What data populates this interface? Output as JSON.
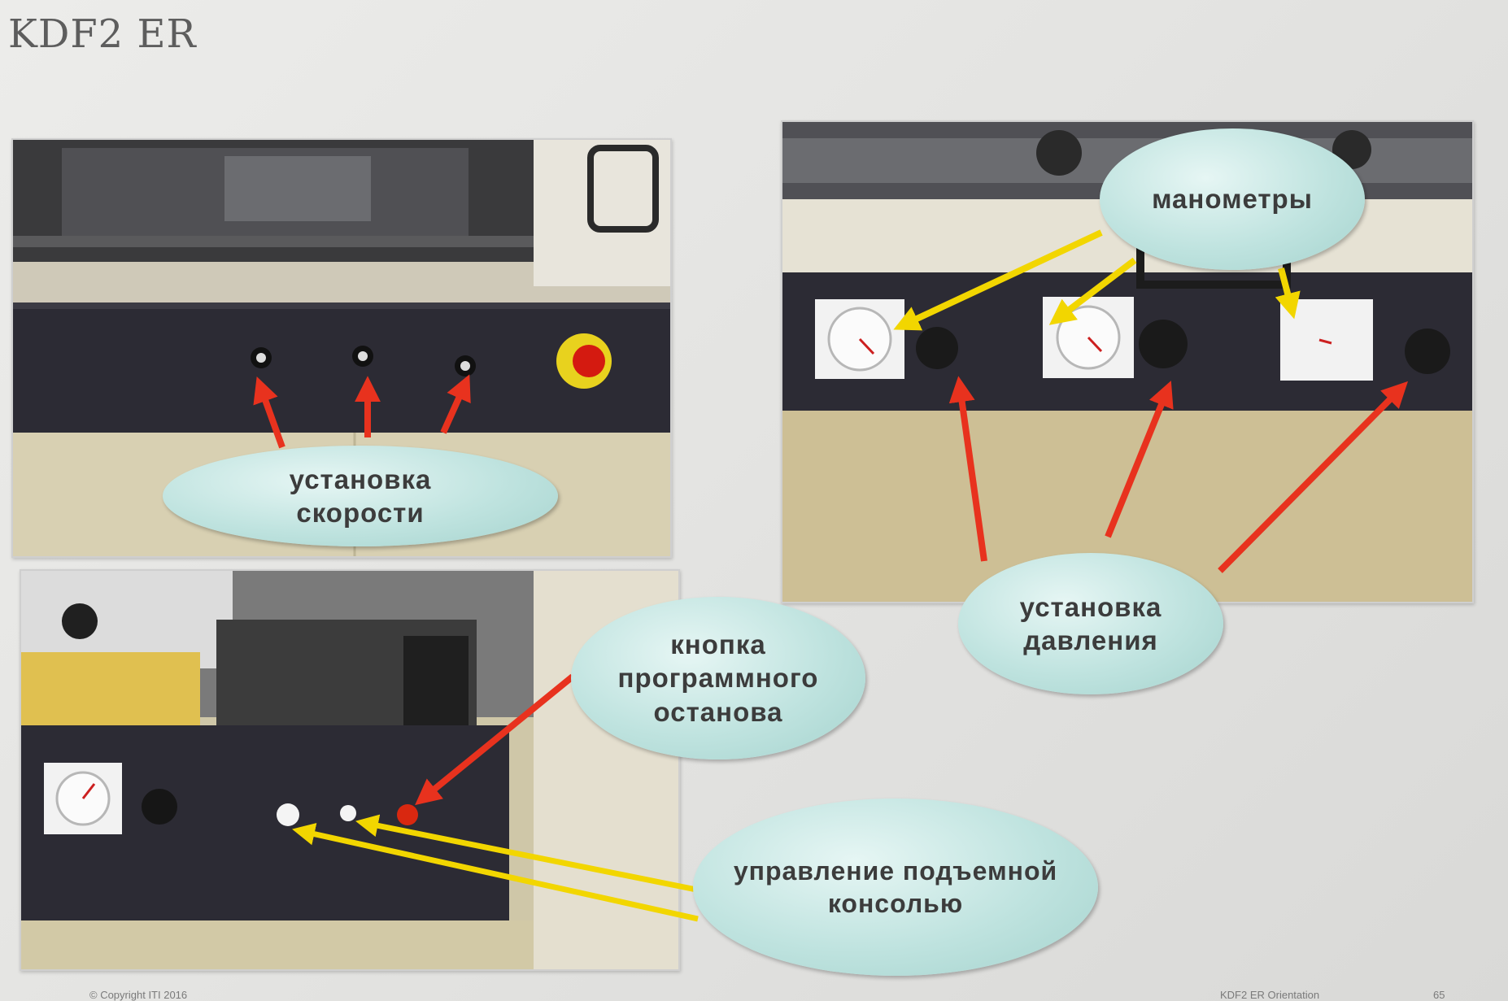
{
  "slide": {
    "title": "KDF2 ER"
  },
  "callouts": {
    "speed": "установка\nскорости",
    "gauges": "манометры",
    "pressure": "установка\nдавления",
    "stop": "кнопка\nпрограммного\nостанова",
    "lift": "управление подъемной\nконсолью"
  },
  "footer": {
    "left": "© Copyright ITI 2016",
    "right": "KDF2 ER Orientation",
    "page": "65"
  },
  "colors": {
    "red_arrow": "#e8321e",
    "yellow_arrow": "#f2d600",
    "callout_fill": "#bfe3df",
    "panel_dark": "#2c2b34"
  },
  "icons": [
    "pressure-gauge-icon",
    "knob-icon",
    "emergency-stop-icon",
    "push-button-icon"
  ]
}
